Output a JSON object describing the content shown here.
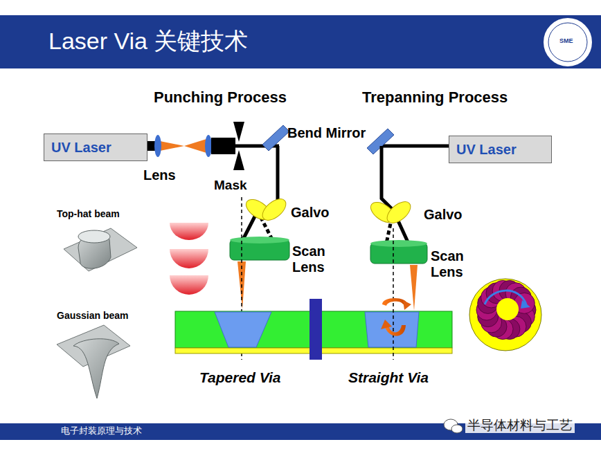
{
  "diagram": {
    "title": "Laser Via 关键技术",
    "nodes": [
      {
        "text": [
          "UV Laser"
        ]
      },
      {
        "text": [
          "UV Laser"
        ]
      }
    ],
    "labels": [
      "Punching Process",
      "Trepanning Process",
      "Bend Mirror",
      "Lens",
      "Mask",
      "Galvo",
      "Galvo",
      "Scan Lens",
      "Scan Lens",
      "Top-hat beam",
      "Gaussian beam",
      "Tapered Via",
      "Straight Via",
      "电子封装原理与技术",
      "半导体材料与工艺",
      "SME"
    ]
  }
}
